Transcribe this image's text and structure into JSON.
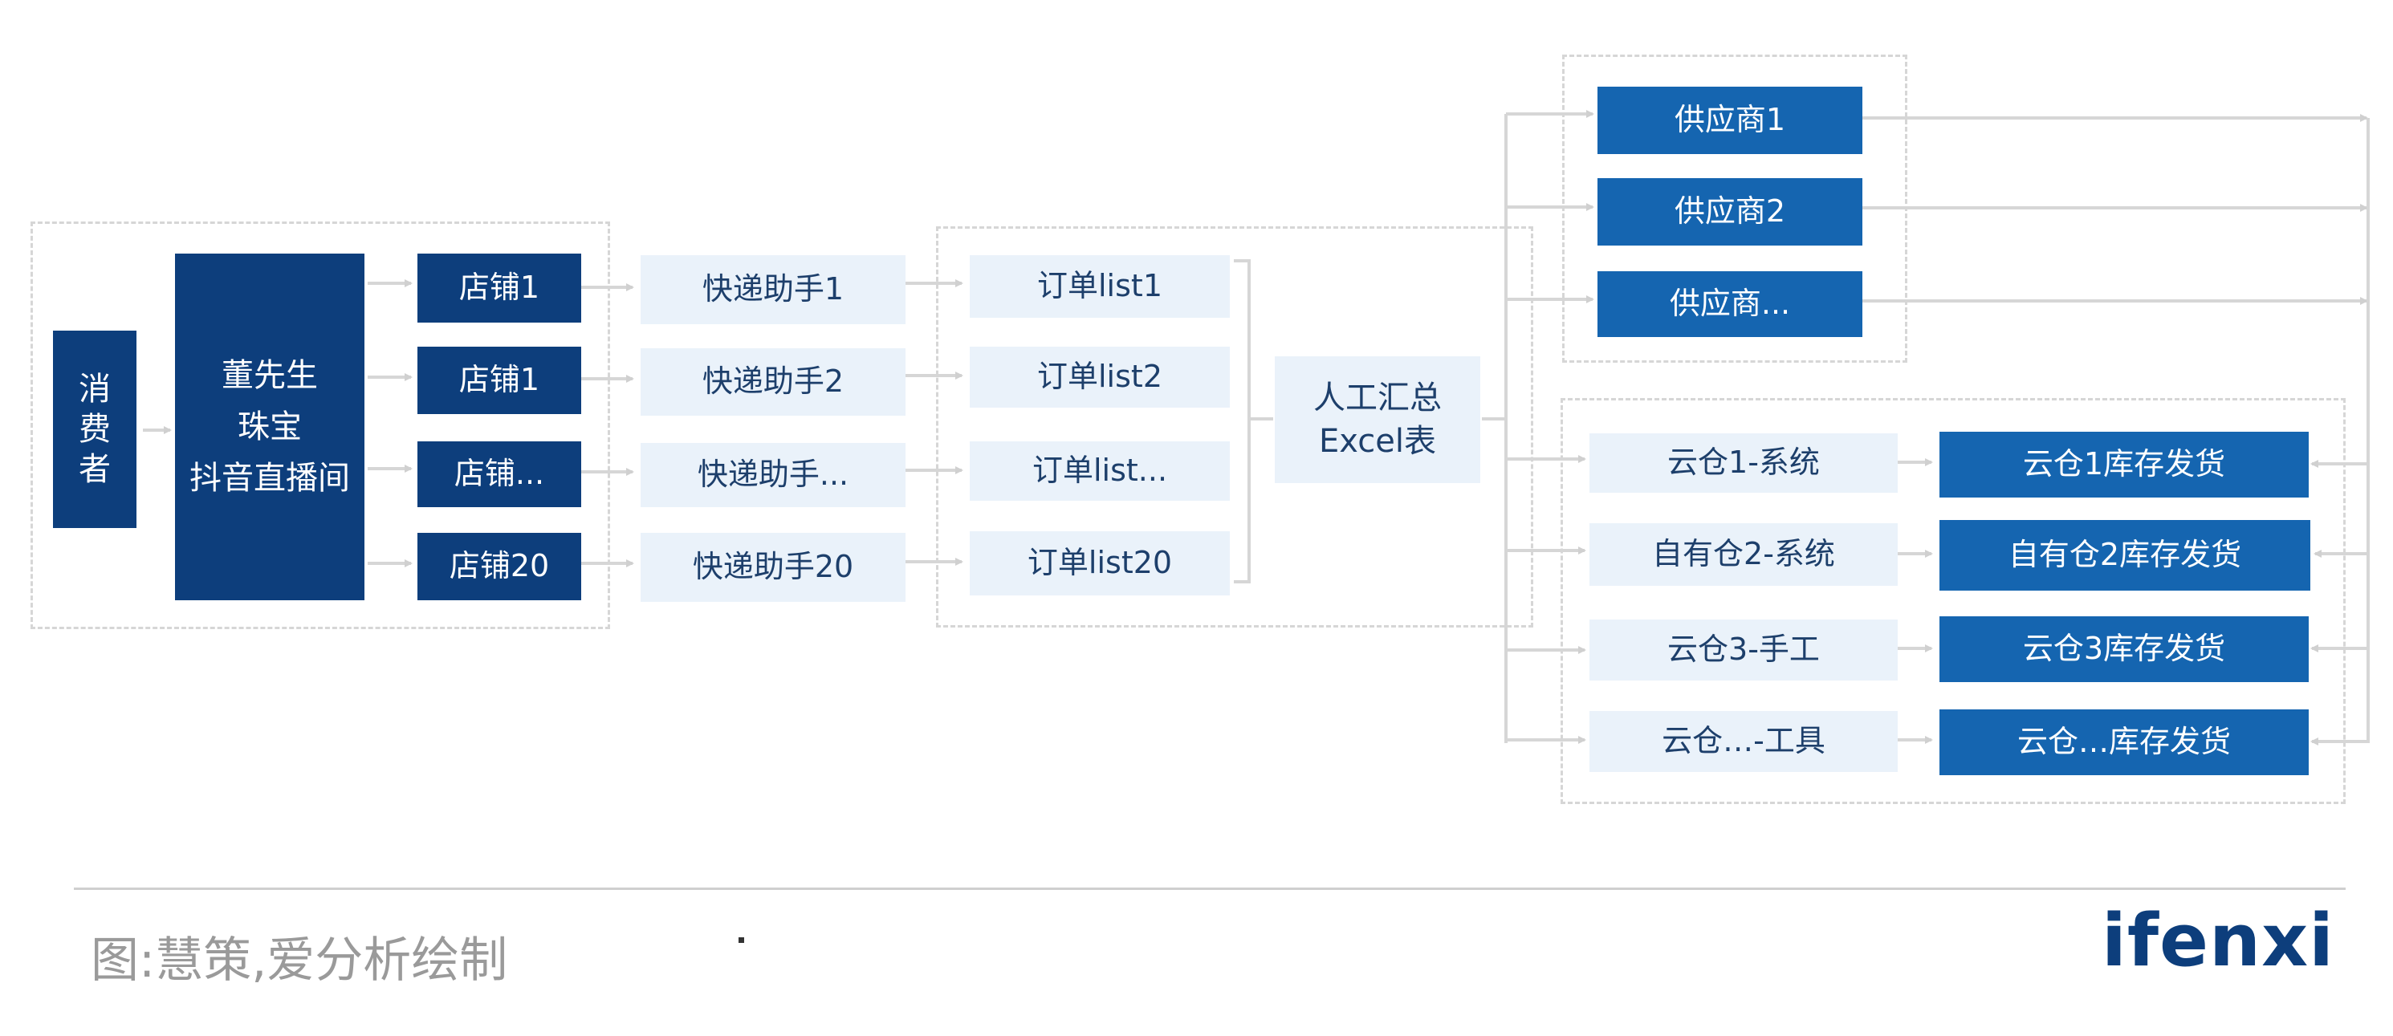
{
  "consumer": [
    "消",
    "费",
    "者"
  ],
  "streamer": "董先生\n珠宝\n抖音直播间",
  "shops": [
    "店铺1",
    "店铺1",
    "店铺...",
    "店铺20"
  ],
  "helpers": [
    "快递助手1",
    "快递助手2",
    "快递助手...",
    "快递助手20"
  ],
  "orders": [
    "订单list1",
    "订单list2",
    "订单list...",
    "订单list20"
  ],
  "summary": "人工汇总\nExcel表",
  "suppliers": [
    "供应商1",
    "供应商2",
    "供应商..."
  ],
  "warehouses": [
    "云仓1-系统",
    "自有仓2-系统",
    "云仓3-手工",
    "云仓…-工具"
  ],
  "shipping": [
    "云仓1库存发货",
    "自有仓2库存发货",
    "云仓3库存发货",
    "云仓…库存发货"
  ],
  "caption": "图:慧策,爱分析绘制",
  "logo": "ifenxi",
  "colors": {
    "dark": "#0d3e7c",
    "mid": "#1565b0",
    "light": "#eaf2fa",
    "line": "#d6d6d6"
  }
}
